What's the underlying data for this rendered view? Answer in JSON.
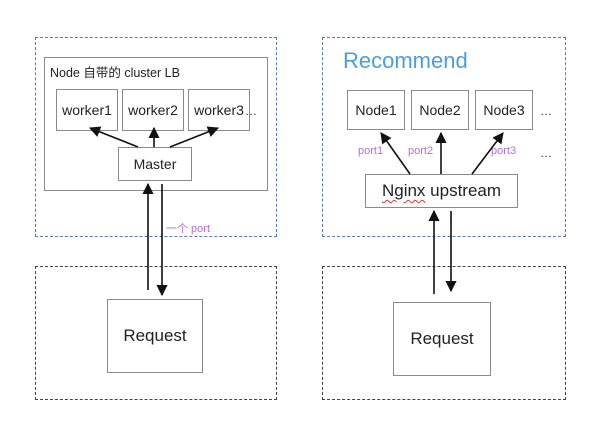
{
  "left": {
    "cluster_title": "Node 自带的 cluster LB",
    "workers": [
      "worker1",
      "worker2",
      "worker3"
    ],
    "ellipsis": "…",
    "master": "Master",
    "port_label": "一个 port",
    "request": "Request"
  },
  "right": {
    "title": "Recommend",
    "nodes": [
      "Node1",
      "Node2",
      "Node3"
    ],
    "ellipsis_top": "…",
    "ports": [
      "port1",
      "port2",
      "port3"
    ],
    "ellipsis_ports": "…",
    "nginx_word": "Nginx",
    "nginx_rest": " upstream",
    "request": "Request"
  },
  "colors": {
    "region_border": "#5c7aa8",
    "box_border": "#8a8a8a",
    "port_text": "#b76fd0",
    "title_text": "#4a9edf"
  }
}
